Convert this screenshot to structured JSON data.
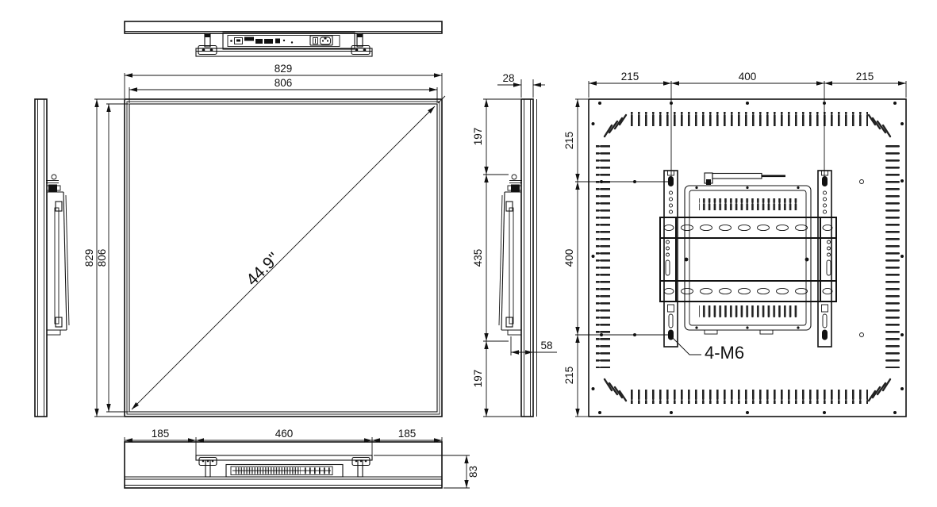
{
  "colors": {
    "line": "#111111",
    "background": "#ffffff",
    "vent_fill": "#222222"
  },
  "front_view": {
    "top_dim_outer": "829",
    "top_dim_inner": "806",
    "left_dim_outer": "829",
    "left_dim_inner": "806",
    "diagonal_label": "44.9\""
  },
  "side_view": {
    "depth_dim": "28",
    "upper_dim": "197",
    "middle_dim": "435",
    "mount_depth_dim": "58",
    "lower_dim": "197"
  },
  "rear_view": {
    "top_dims": [
      "215",
      "400",
      "215"
    ],
    "left_dims": [
      "215",
      "400",
      "215"
    ],
    "mount_hole_label": "4-M6"
  },
  "bottom_view": {
    "bottom_dims": [
      "185",
      "460",
      "185"
    ],
    "depth_dim": "83"
  }
}
